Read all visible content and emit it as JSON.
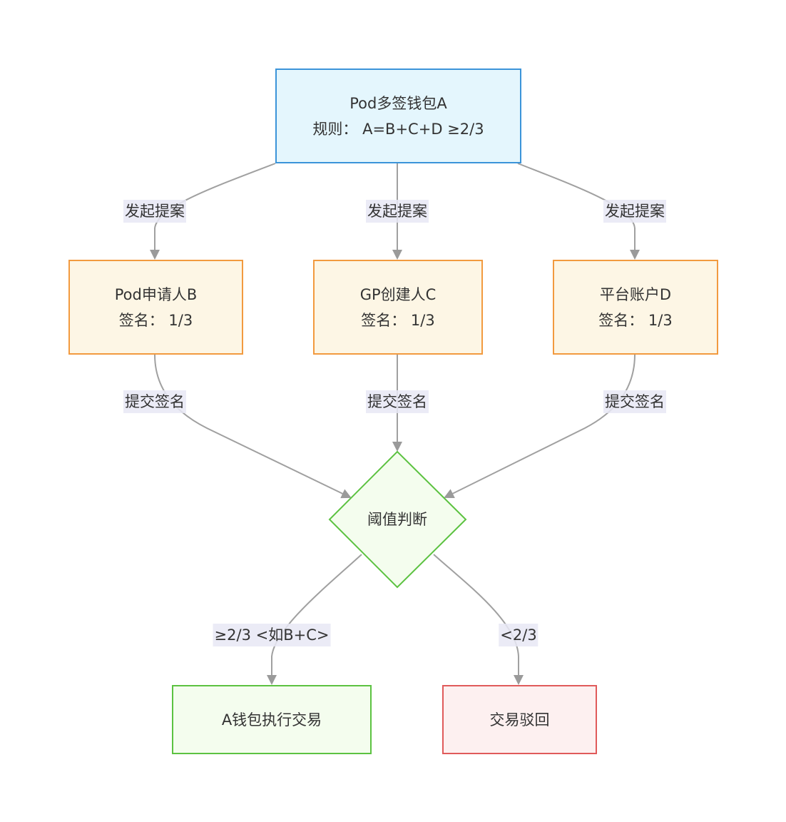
{
  "colors": {
    "edge": "#a0a0a0",
    "wallet_fill": "#e4f6fd",
    "wallet_border": "#3b94d9",
    "signer_fill": "#fdf6e5",
    "signer_border": "#f29a3f",
    "decision_fill": "#f4fdee",
    "decision_border": "#5cc241",
    "success_fill": "#f4fdee",
    "success_border": "#5cc241",
    "reject_fill": "#fdf0f0",
    "reject_border": "#e05a5a",
    "label_bg": "#e8e8f5"
  },
  "nodes": {
    "wallet": {
      "line1": "Pod多签钱包A",
      "line2": "规则： A=B+C+D ≥2/3"
    },
    "applicant": {
      "line1": "Pod申请人B",
      "line2": "签名： 1/3"
    },
    "creator": {
      "line1": "GP创建人C",
      "line2": "签名： 1/3"
    },
    "platform": {
      "line1": "平台账户D",
      "line2": "签名： 1/3"
    },
    "threshold": {
      "label": "阈值判断"
    },
    "execute": {
      "label": "A钱包执行交易"
    },
    "reject": {
      "label": "交易驳回"
    }
  },
  "edge_labels": {
    "propose_b": "发起提案",
    "propose_c": "发起提案",
    "propose_d": "发起提案",
    "submit_b": "提交签名",
    "submit_c": "提交签名",
    "submit_d": "提交签名",
    "pass": "≥2/3 <如B+C>",
    "fail": "<2/3"
  }
}
